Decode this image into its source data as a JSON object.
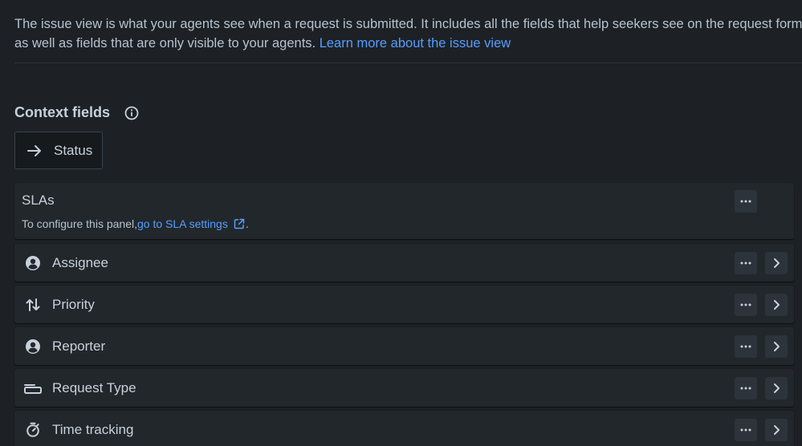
{
  "intro": {
    "line1": "The issue view is what your agents see when a request is submitted. It includes all the fields that help seekers see on the request form,",
    "line2": "as well as fields that are only visible to your agents.",
    "link": "Learn more about the issue view"
  },
  "context": {
    "title": "Context fields",
    "status_label": "Status"
  },
  "sla": {
    "title": "SLAs",
    "note_prefix": "To configure this panel,",
    "note_link": "go to SLA settings",
    "note_suffix": "."
  },
  "fields": [
    {
      "label": "Assignee",
      "icon": "person-icon"
    },
    {
      "label": "Priority",
      "icon": "priority-arrows-icon"
    },
    {
      "label": "Reporter",
      "icon": "person-icon"
    },
    {
      "label": "Request Type",
      "icon": "request-type-icon"
    },
    {
      "label": "Time tracking",
      "icon": "stopwatch-icon"
    }
  ],
  "colors": {
    "background": "#1d2125",
    "panel": "#22272b",
    "link": "#579dff",
    "text": "#b6c2cf"
  }
}
